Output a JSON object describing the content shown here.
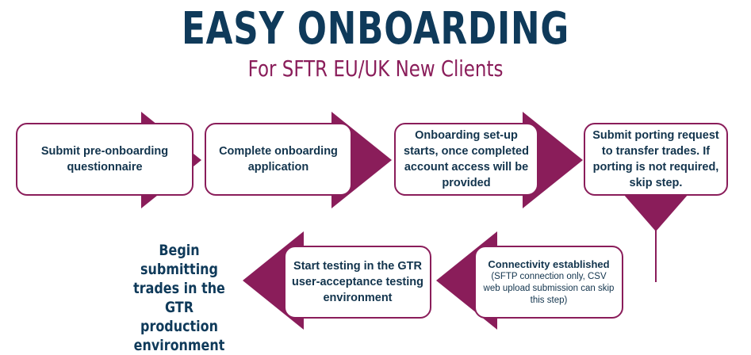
{
  "header": {
    "title": "EASY ONBOARDING",
    "subtitle": "For SFTR EU/UK New Clients"
  },
  "steps": [
    {
      "label": "Submit pre-onboarding questionnaire"
    },
    {
      "label": "Complete onboarding application"
    },
    {
      "label": "Onboarding set-up starts, once completed account access will be provided"
    },
    {
      "label": "Submit porting request to transfer trades. If porting is not required, skip step."
    },
    {
      "label": "Connectivity established",
      "note": "(SFTP connection only, CSV web upload submission can skip this step)"
    },
    {
      "label": "Start testing in the GTR user-acceptance testing environment"
    }
  ],
  "final_step": {
    "label": "Begin submitting trades in the GTR production environment"
  },
  "colors": {
    "title": "#0f3a5a",
    "accent": "#8a1d5a",
    "box_border": "#8a1d5a",
    "text": "#12344d"
  }
}
